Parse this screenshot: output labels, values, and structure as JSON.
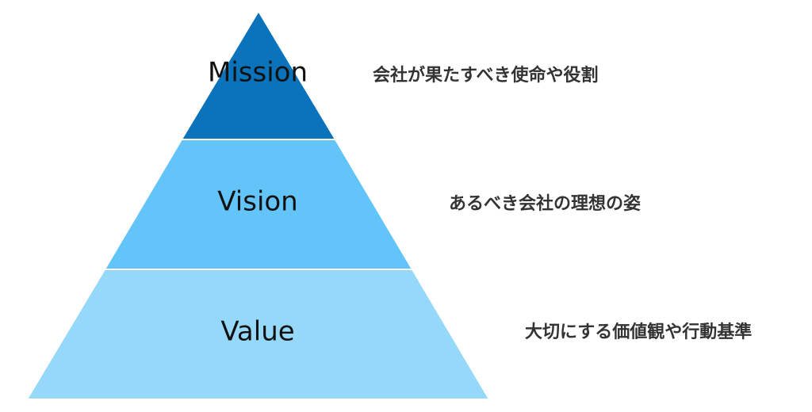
{
  "pyramid": {
    "tiers": [
      {
        "label": "Mission",
        "description": "会社が果たすべき使命や役割",
        "color": "#0b73bb"
      },
      {
        "label": "Vision",
        "description": "あるべき会社の理想の姿",
        "color": "#62c4f8"
      },
      {
        "label": "Value",
        "description": "大切にする価値観や行動基準",
        "color": "#96d8fa"
      }
    ]
  }
}
